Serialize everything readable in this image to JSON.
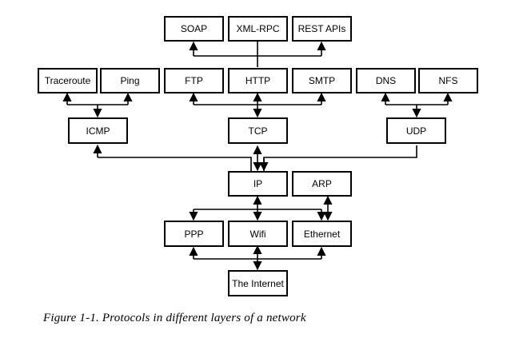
{
  "diagram": {
    "nodes": {
      "soap": "SOAP",
      "xmlrpc": "XML-RPC",
      "rest": "REST APIs",
      "traceroute": "Traceroute",
      "ping": "Ping",
      "ftp": "FTP",
      "http": "HTTP",
      "smtp": "SMTP",
      "dns": "DNS",
      "nfs": "NFS",
      "icmp": "ICMP",
      "tcp": "TCP",
      "udp": "UDP",
      "ip": "IP",
      "arp": "ARP",
      "ppp": "PPP",
      "wifi": "Wifi",
      "ethernet": "Ethernet",
      "internet": "The Internet"
    },
    "caption": "Figure  1-1. Protocols in different layers of a network"
  }
}
